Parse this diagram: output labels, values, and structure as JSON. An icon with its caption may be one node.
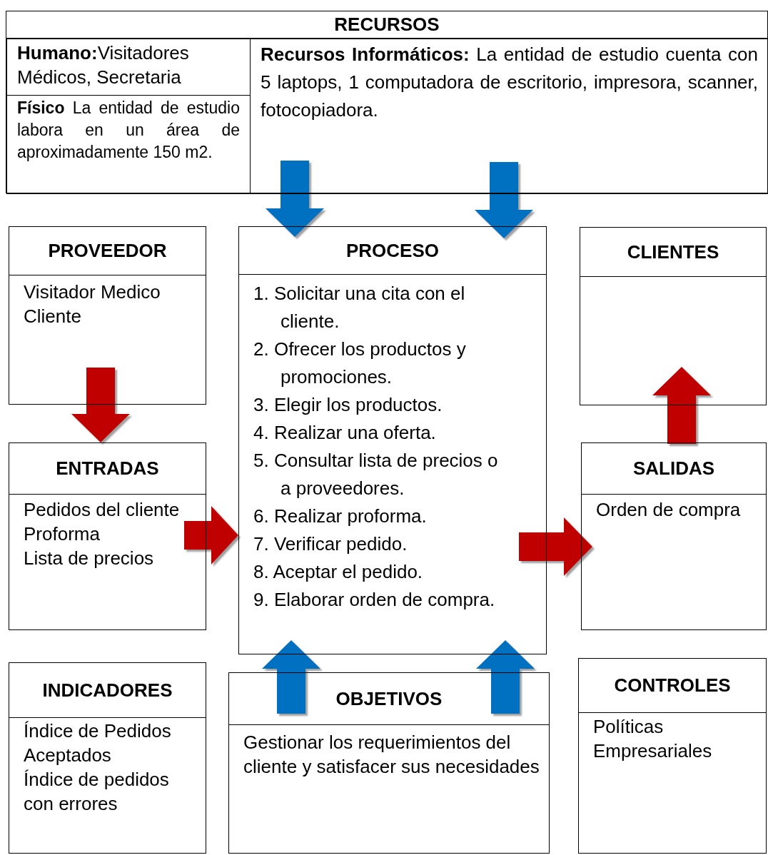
{
  "diagram": {
    "nodes": [
      {
        "text": [
          "RECURSOS"
        ]
      },
      {
        "text": [
          "**Humano:**Visitadores Médicos, Secretaria"
        ],
        "in": 0
      },
      {
        "text": [
          "**Físico** La entidad de estudio labora en un área de aproximadamente 150 m2."
        ],
        "in": 0
      },
      {
        "text": [
          "**Recursos Informáticos:** La entidad de estudio cuenta con 5 laptops, 1 computadora de escritorio, impresora, scanner, fotocopiadora."
        ],
        "in": 0
      },
      {
        "text": [
          "PROVEEDOR",
          "Visitador Medico",
          "Cliente"
        ]
      },
      {
        "text": [
          "PROCESO",
          "1. Solicitar una cita con el cliente.",
          "2. Ofrecer los productos y promociones.",
          "3. Elegir los productos.",
          "4. Realizar una oferta.",
          "5. Consultar lista de precios o a proveedores.",
          "6. Realizar proforma.",
          "7. Verificar pedido.",
          "8. Aceptar el pedido.",
          "9. Elaborar orden de compra."
        ]
      },
      {
        "text": [
          "CLIENTES"
        ]
      },
      {
        "text": [
          "ENTRADAS",
          "Pedidos del cliente",
          "Proforma",
          "Lista de precios"
        ]
      },
      {
        "text": [
          "SALIDAS",
          "Orden de compra"
        ]
      },
      {
        "text": [
          "INDICADORES",
          "Índice de Pedidos Aceptados",
          "Índice de pedidos con errores"
        ]
      },
      {
        "text": [
          "OBJETIVOS",
          "Gestionar los requerimientos del cliente y satisfacer sus necesidades"
        ]
      },
      {
        "text": [
          "CONTROLES",
          "Políticas Empresariales"
        ]
      }
    ],
    "edges": [
      {
        "from": 0,
        "to": 5,
        "arrow": "to",
        "style": "thick",
        "color": "#0070c0"
      },
      {
        "from": 0,
        "to": 5,
        "arrow": "to",
        "style": "thick",
        "color": "#0070c0"
      },
      {
        "from": 4,
        "to": 7,
        "arrow": "to",
        "style": "thick",
        "color": "#c00000"
      },
      {
        "from": 7,
        "to": 5,
        "arrow": "to",
        "style": "thick",
        "color": "#c00000"
      },
      {
        "from": 5,
        "to": 8,
        "arrow": "to",
        "style": "thick",
        "color": "#c00000"
      },
      {
        "from": 8,
        "to": 6,
        "arrow": "to",
        "style": "thick",
        "color": "#c00000"
      },
      {
        "from": 10,
        "to": 5,
        "arrow": "to",
        "style": "thick",
        "color": "#0070c0"
      },
      {
        "from": 10,
        "to": 5,
        "arrow": "to",
        "style": "thick",
        "color": "#0070c0"
      }
    ]
  }
}
